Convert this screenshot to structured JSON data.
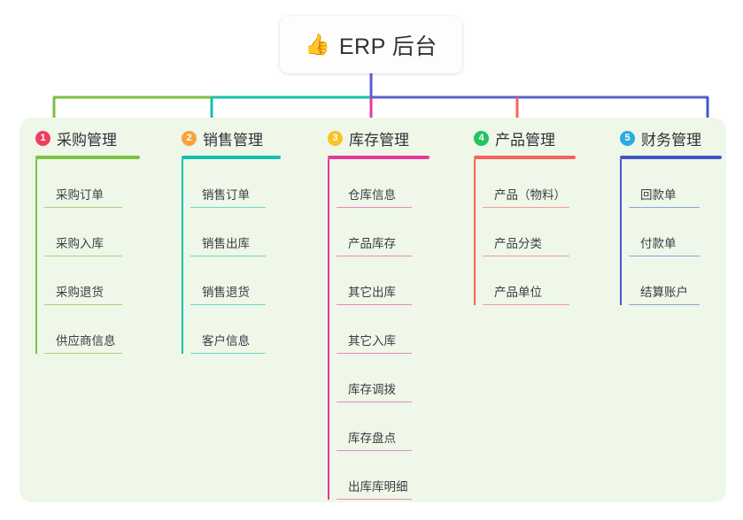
{
  "root": {
    "emoji": "👍",
    "emoji_name": "thumbs-up-icon",
    "title": "ERP 后台"
  },
  "palette": {
    "panel_bg": "#eef7e8",
    "page_bg": "#ffffff",
    "bus_left": "#7cc142",
    "bus_mid": "#16c0ad",
    "bus_right": "#5a5fd0",
    "text": "#2e3138"
  },
  "columns": [
    {
      "index": "1",
      "title": "采购管理",
      "badge_color": "#ef3f60",
      "line_color": "#7cc142",
      "leaf_line_color": "#a9d27a",
      "rule_width": 118,
      "leaf_rule_width": 88,
      "items": [
        {
          "label": "采购订单"
        },
        {
          "label": "采购入库"
        },
        {
          "label": "采购退货"
        },
        {
          "label": "供应商信息"
        }
      ]
    },
    {
      "index": "2",
      "title": "销售管理",
      "badge_color": "#f5a33c",
      "line_color": "#16c0ad",
      "leaf_line_color": "#73d3c8",
      "rule_width": 112,
      "leaf_rule_width": 85,
      "items": [
        {
          "label": "销售订单"
        },
        {
          "label": "销售出库"
        },
        {
          "label": "销售退货"
        },
        {
          "label": "客户信息"
        }
      ]
    },
    {
      "index": "3",
      "title": "库存管理",
      "badge_color": "#f7c325",
      "line_color": "#e6399b",
      "leaf_line_color": "#e887c0",
      "rule_width": 115,
      "leaf_rule_width": 85,
      "items": [
        {
          "label": "仓库信息"
        },
        {
          "label": "产品库存"
        },
        {
          "label": "其它出库"
        },
        {
          "label": "其它入库"
        },
        {
          "label": "库存调拨"
        },
        {
          "label": "库存盘点"
        },
        {
          "label": "出库库明细"
        }
      ]
    },
    {
      "index": "4",
      "title": "产品管理",
      "badge_color": "#22c55e",
      "line_color": "#f4645e",
      "leaf_line_color": "#f59a95",
      "rule_width": 115,
      "leaf_rule_width": 98,
      "items": [
        {
          "label": "产品（物料）"
        },
        {
          "label": "产品分类"
        },
        {
          "label": "产品单位"
        }
      ]
    },
    {
      "index": "5",
      "title": "财务管理",
      "badge_color": "#29abe2",
      "line_color": "#4258c9",
      "leaf_line_color": "#8ba3de",
      "rule_width": 115,
      "leaf_rule_width": 80,
      "items": [
        {
          "label": "回款单"
        },
        {
          "label": "付款单"
        },
        {
          "label": "结算账户"
        }
      ]
    }
  ]
}
